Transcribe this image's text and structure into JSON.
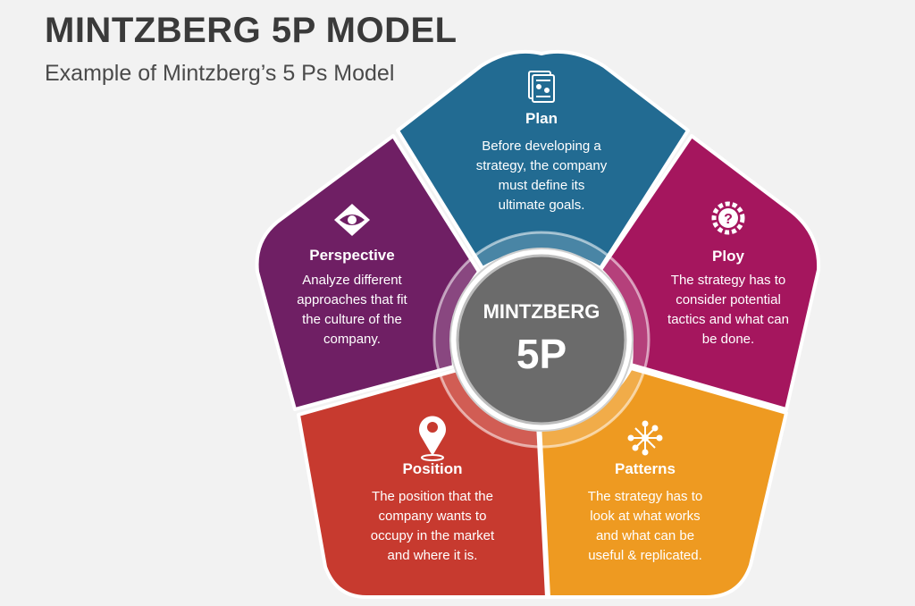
{
  "header": {
    "title": "MINTZBERG 5P MODEL",
    "subtitle": "Example of Mintzberg’s 5 Ps Model"
  },
  "center": {
    "line1": "MINTZBERG",
    "line2": "5P"
  },
  "segments": {
    "plan": {
      "title": "Plan",
      "desc": [
        "Before developing a",
        "strategy, the company",
        "must define its",
        "ultimate goals."
      ],
      "color": "#226b92",
      "icon": "document-icon"
    },
    "ploy": {
      "title": "Ploy",
      "desc": [
        "The strategy has to",
        "consider potential",
        "tactics and what can",
        "be done."
      ],
      "color": "#a5165e",
      "icon": "gear-question-icon"
    },
    "patterns": {
      "title": "Patterns",
      "desc": [
        "The strategy has to",
        "look at what works",
        "and what can be",
        "useful & replicated."
      ],
      "color": "#ee9a21",
      "icon": "burst-icon"
    },
    "position": {
      "title": "Position",
      "desc": [
        "The position that the",
        "company wants to",
        "occupy in the market",
        "and where it is."
      ],
      "color": "#c73a2f",
      "icon": "location-pin-icon"
    },
    "perspective": {
      "title": "Perspective",
      "desc": [
        "Analyze different",
        "approaches that fit",
        "the culture of the",
        "company."
      ],
      "color": "#6f1f64",
      "icon": "eye-icon"
    }
  }
}
